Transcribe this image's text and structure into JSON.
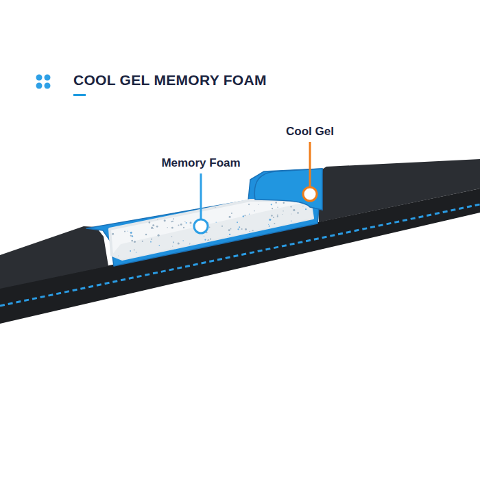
{
  "diagram": {
    "title": "COOL GEL MEMORY FOAM",
    "labels": [
      "Memory Foam",
      "Cool Gel"
    ]
  }
}
